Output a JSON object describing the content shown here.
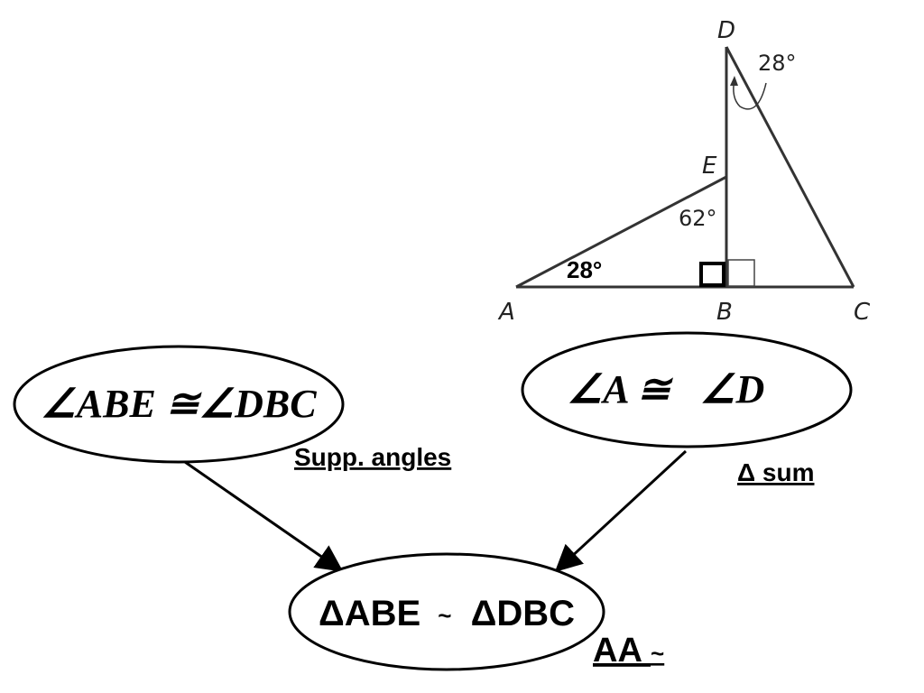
{
  "figure": {
    "points": {
      "A": "A",
      "B": "B",
      "C": "C",
      "D": "D",
      "E": "E"
    },
    "angles": {
      "at_D": "28°",
      "at_E": "62°",
      "at_A": "28°"
    }
  },
  "statements": {
    "left": "∠ABE ≅∠DBC",
    "right": "∠A ≅   ∠D",
    "bottom": {
      "part1": "ΔABE",
      "sim": "~",
      "part2": "ΔDBC"
    }
  },
  "reasons": {
    "left": "Supp. angles",
    "right": "Δ sum",
    "bottom": {
      "text": "AA",
      "sim": "~"
    }
  }
}
